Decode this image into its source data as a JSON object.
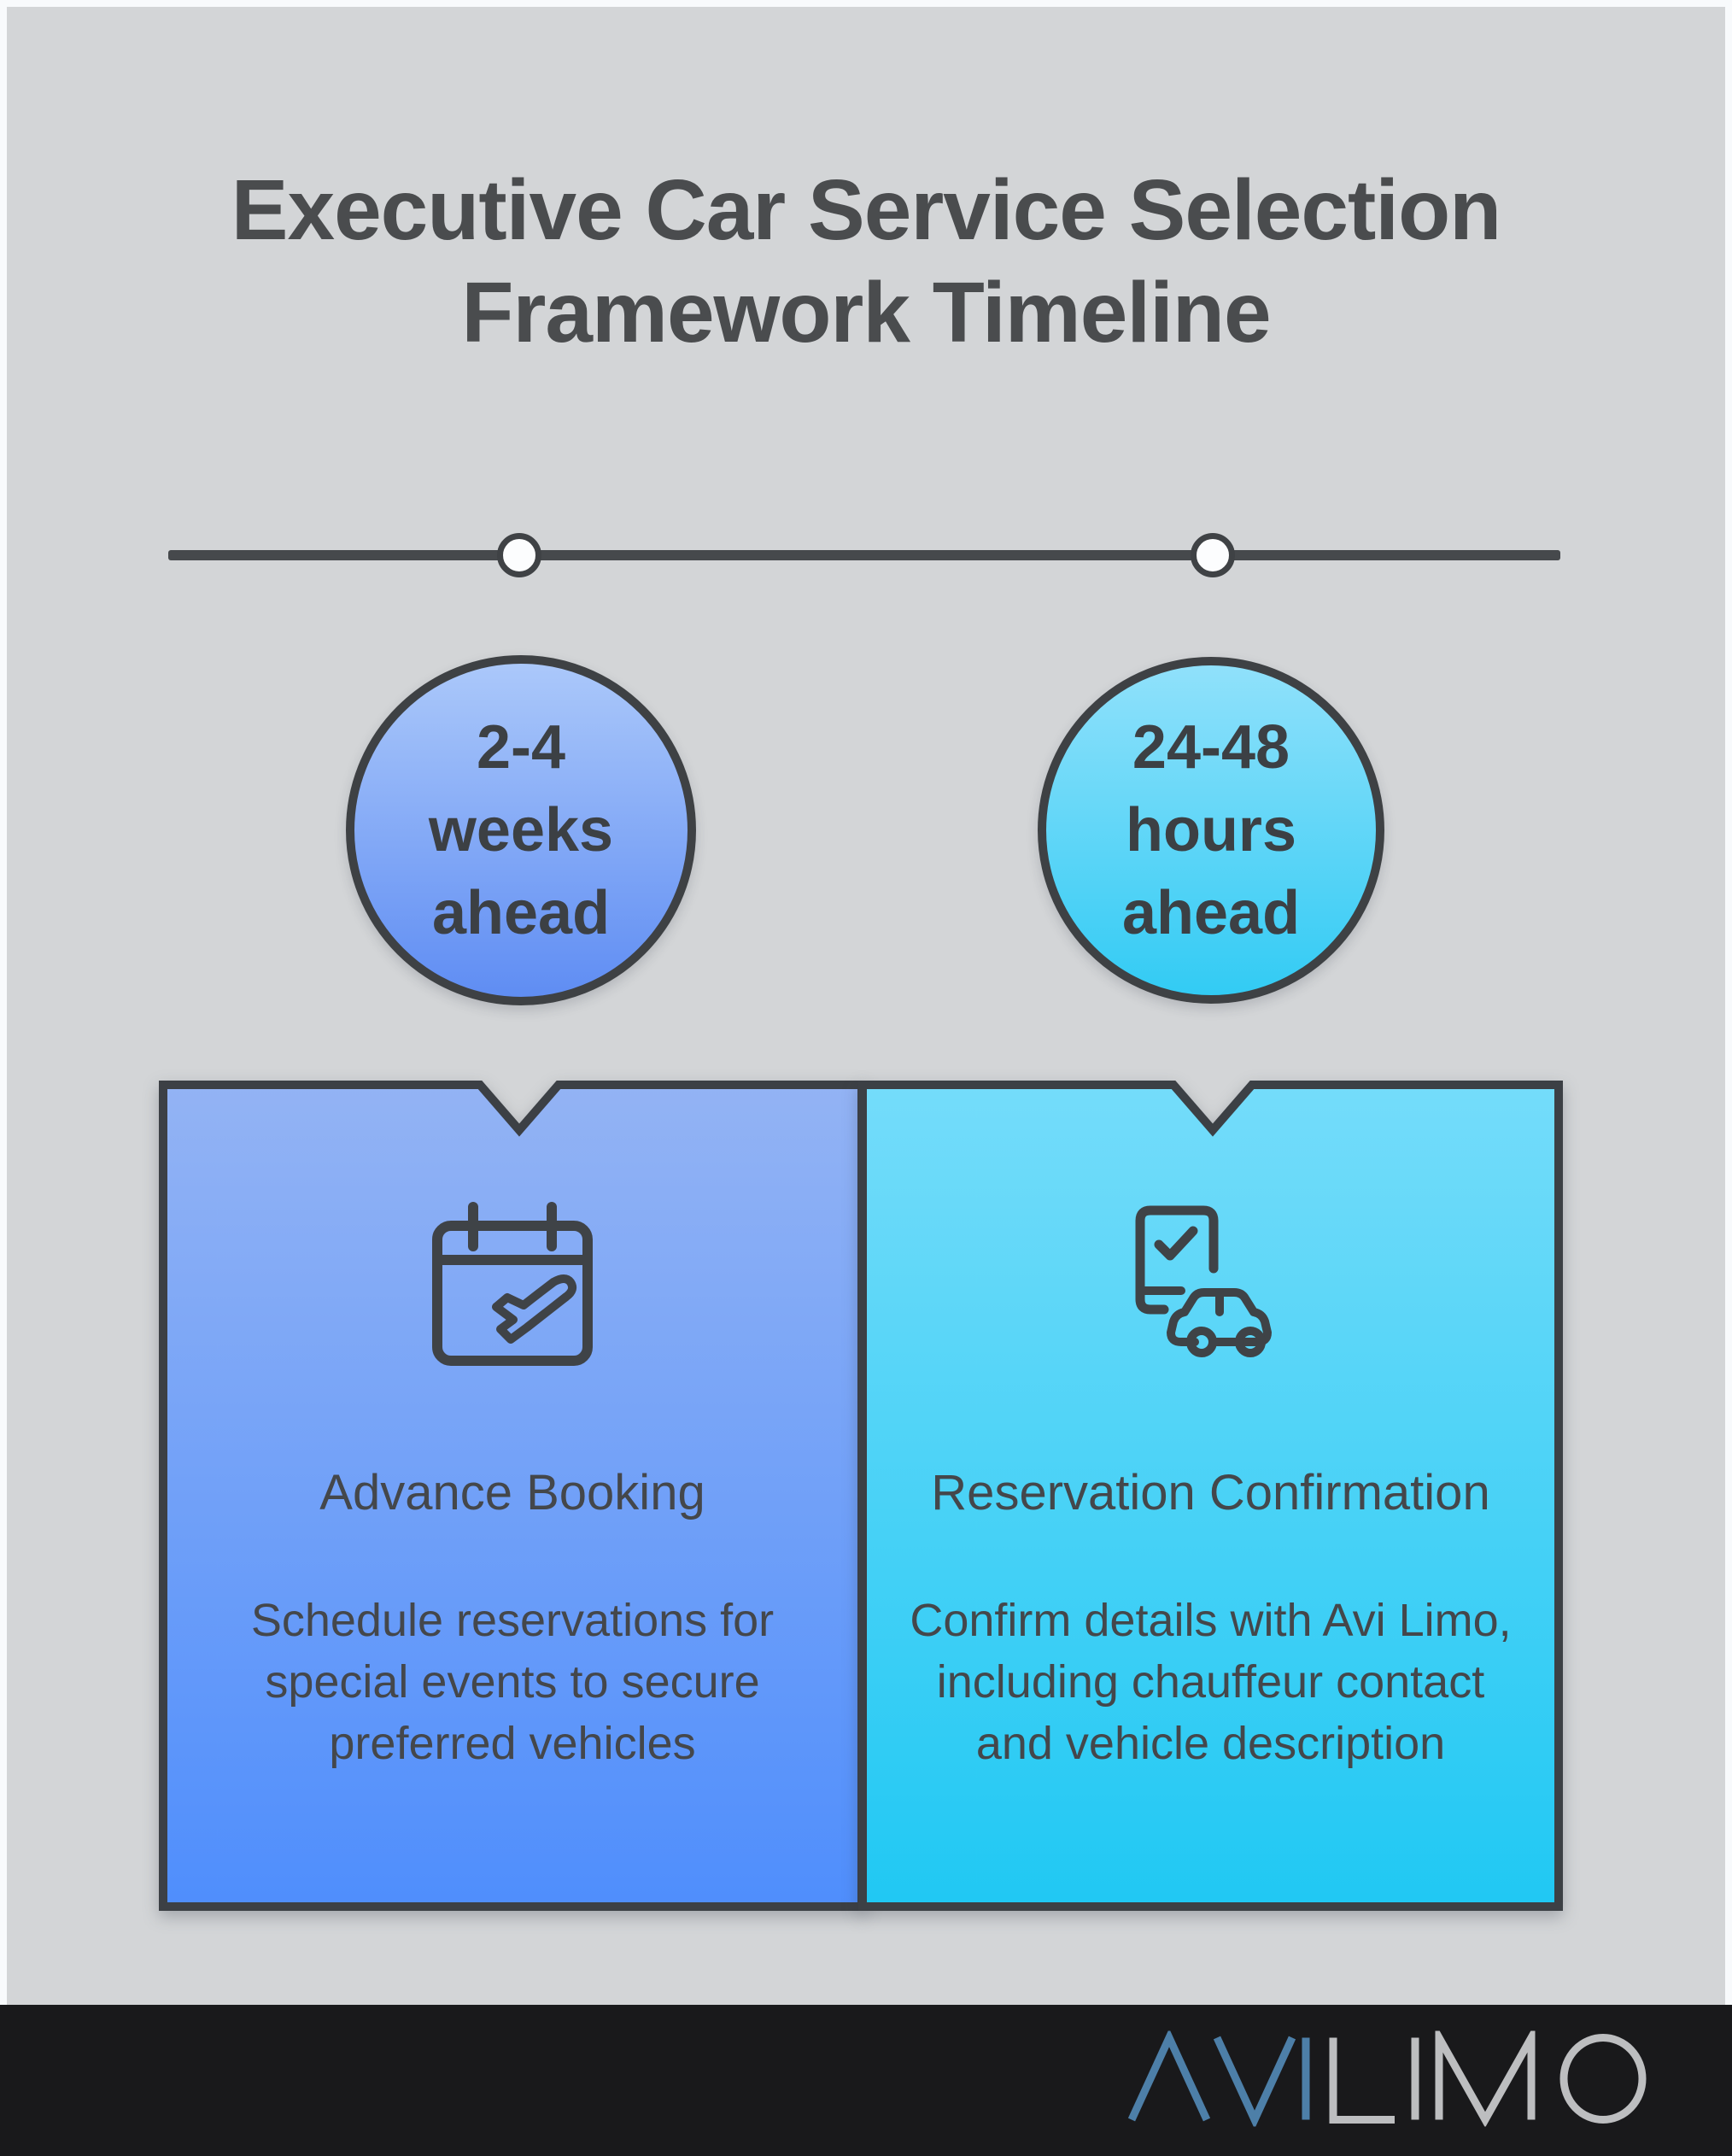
{
  "page": {
    "title": "Executive Car Service Selection\nFramework Timeline"
  },
  "timeline": {
    "stages": [
      {
        "badge": "2-4\nweeks\nahead",
        "card_title": "Advance Booking",
        "card_description": "Schedule reservations for special events to secure preferred vehicles",
        "icon": "calendar-plane-icon",
        "theme": {
          "badge_top": "#abc8fa",
          "badge_bottom": "#5f8df3",
          "card_top": "#93b3f4",
          "card_bottom": "#4f8efc"
        }
      },
      {
        "badge": "24-48\nhours\nahead",
        "card_title": "Reservation Confirmation",
        "card_description": "Confirm details with Avi Limo, including chauffeur contact and vehicle description",
        "icon": "phone-check-car-icon",
        "theme": {
          "badge_top": "#90e1fb",
          "badge_bottom": "#32cbf4",
          "card_top": "#74dcfa",
          "card_bottom": "#20c8f3"
        }
      }
    ]
  },
  "footer": {
    "brand_primary": "AVI",
    "brand_secondary": "LIMO"
  },
  "colors": {
    "background": "#d3d5d7",
    "frame": "#f8fafc",
    "outline_ink": "#3e4247",
    "title_ink": "#4a4c4e",
    "card_ink": "#44474b",
    "timeline_ink": "#46494c",
    "footer_bg": "#19191b",
    "logo_blue": "#4d7fa8",
    "logo_gray": "#bdbec0"
  }
}
